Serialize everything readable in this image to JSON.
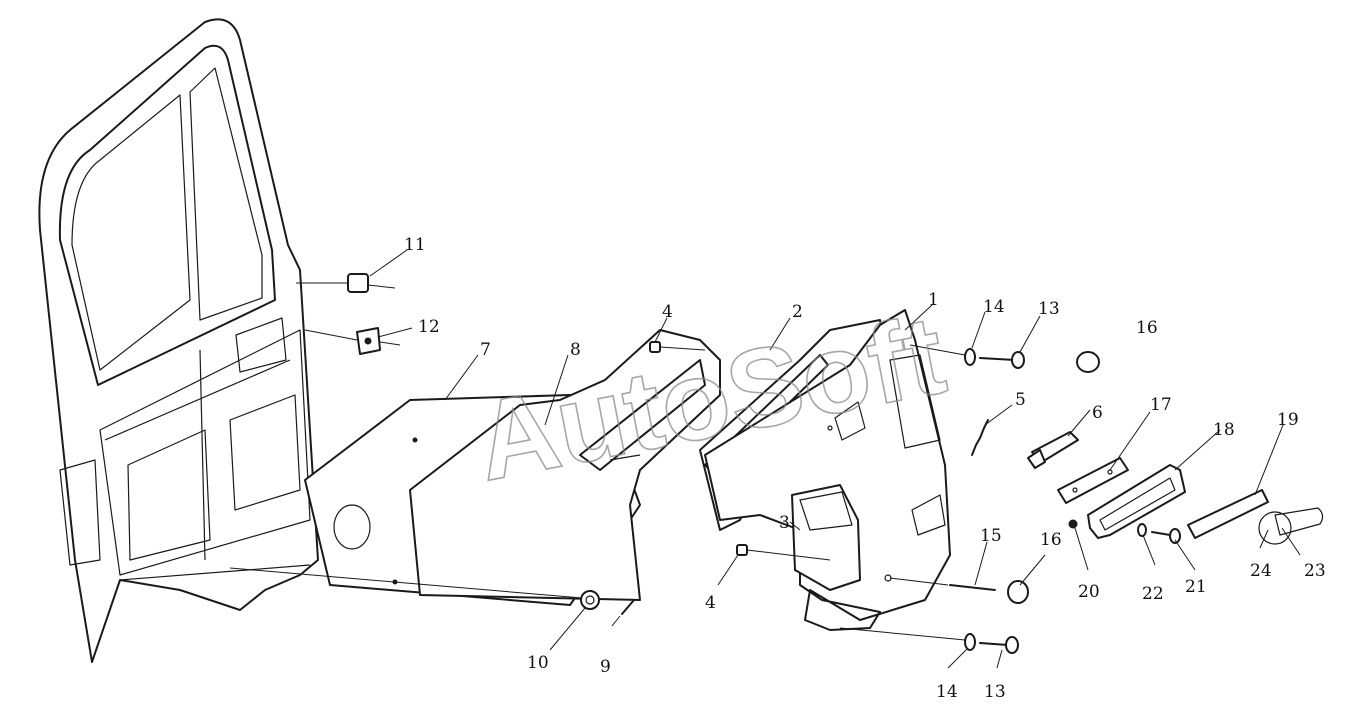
{
  "watermark": "AutoSoft",
  "callouts": {
    "c1": "1",
    "c2": "2",
    "c3": "3",
    "c4a": "4",
    "c4b": "4",
    "c5": "5",
    "c6": "6",
    "c7": "7",
    "c8": "8",
    "c9": "9",
    "c10": "10",
    "c11": "11",
    "c12": "12",
    "c13a": "13",
    "c13b": "13",
    "c14a": "14",
    "c14b": "14",
    "c15": "15",
    "c16a": "16",
    "c16b": "16",
    "c17": "17",
    "c18": "18",
    "c19": "19",
    "c20": "20",
    "c21": "21",
    "c22": "22",
    "c23": "23",
    "c24": "24"
  },
  "colors": {
    "line": "#1a1a1a",
    "watermark": "#8a8a8a",
    "background": "#ffffff"
  }
}
